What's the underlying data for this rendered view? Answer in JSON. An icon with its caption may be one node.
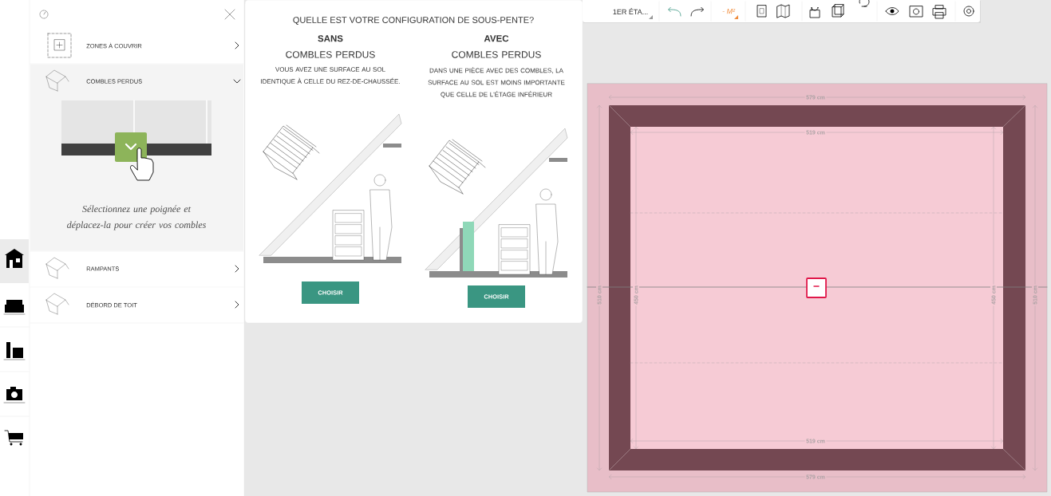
{
  "diagram": {
    "nodes": [
      {
        "text": [
          "ZONES À COUVRIR"
        ]
      },
      {
        "text": [
          "COMBLES PERDUS",
          "Sélectionnez une poignée et déplacez-la pour créer vos combles"
        ]
      },
      {
        "text": [
          "RAMPANTS"
        ]
      },
      {
        "text": [
          "DÉBORD DE TOIT"
        ]
      },
      {
        "text": [
          "QUELLE EST VOTRE CONFIGURATION DE SOUS-PENTE?"
        ]
      },
      {
        "text": [
          "SANS",
          "COMBLES PERDUS",
          "VOUS AVEZ UNE SURFACE AU SOL IDENTIQUE À CELLE DU REZ-DE-CHAUSSÉE."
        ],
        "in": 4
      },
      {
        "text": [
          "CHOISIR"
        ],
        "in": 5
      },
      {
        "text": [
          "AVEC",
          "COMBLES PERDUS",
          "DANS UNE PIÈCE AVEC DES COMBLES, LA SURFACE AU SOL EST MOINS IMPORTANTE QUE CELLE DE L'ÉTAGE INFÉRIEUR"
        ],
        "in": 4
      },
      {
        "text": [
          "CHOISIR"
        ],
        "in": 7
      },
      {
        "text": [
          "1ER ÉTA..."
        ]
      }
    ],
    "labels": [
      "- M²",
      "579 cm",
      "519 cm",
      "510 cm",
      "450 cm",
      "450 cm",
      "510 cm",
      "519 cm",
      "579 cm"
    ]
  }
}
